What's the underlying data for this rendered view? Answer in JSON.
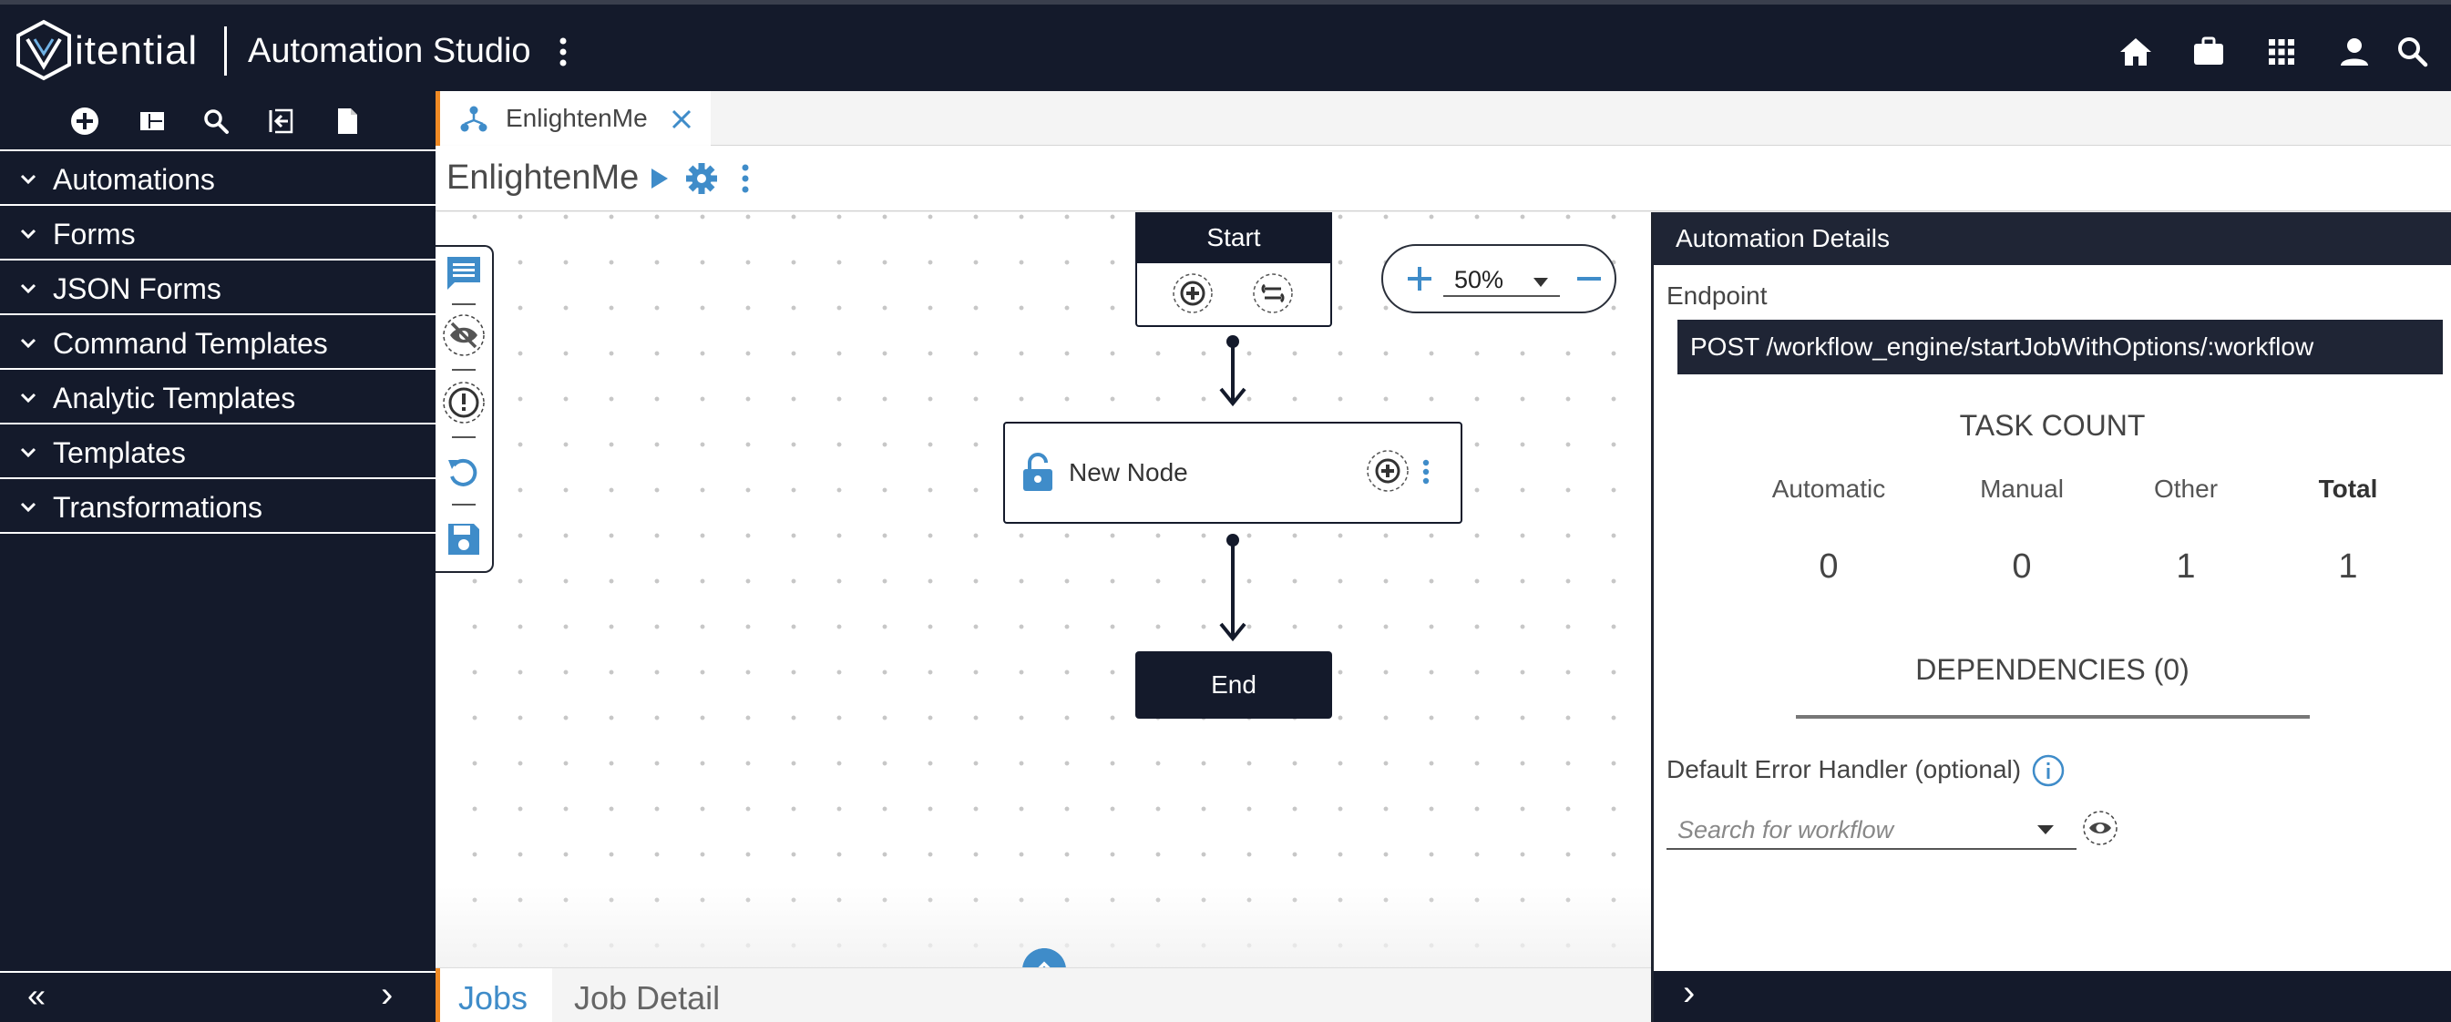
{
  "app": {
    "brand": "itential",
    "title": "Automation Studio",
    "top_icons": [
      "home-icon",
      "briefcase-icon",
      "apps-grid-icon",
      "account-icon",
      "search-icon"
    ]
  },
  "sidebar": {
    "toolbar_icons": [
      "add-circle-icon",
      "dashboard-icon",
      "search-icon",
      "collapse-left-icon",
      "document-icon"
    ],
    "items": [
      {
        "label": "Automations"
      },
      {
        "label": "Forms"
      },
      {
        "label": "JSON Forms"
      },
      {
        "label": "Command Templates"
      },
      {
        "label": "Analytic Templates"
      },
      {
        "label": "Templates"
      },
      {
        "label": "Transformations"
      }
    ],
    "footer": {
      "left": "«",
      "right": "›"
    }
  },
  "tabs": [
    {
      "label": "EnlightenMe",
      "active": true
    }
  ],
  "workflow": {
    "title": "EnlightenMe",
    "zoom": "50%",
    "nodes": {
      "start": "Start",
      "task": "New Node",
      "end": "End"
    }
  },
  "bottom_tabs": [
    {
      "label": "Jobs",
      "active": true
    },
    {
      "label": "Job Detail",
      "active": false
    }
  ],
  "details": {
    "title": "Automation Details",
    "endpoint_label": "Endpoint",
    "endpoint_value": "POST /workflow_engine/startJobWithOptions/:workflow",
    "task_count_title": "TASK COUNT",
    "task_counts": [
      {
        "label": "Automatic",
        "value": "0"
      },
      {
        "label": "Manual",
        "value": "0"
      },
      {
        "label": "Other",
        "value": "1"
      },
      {
        "label": "Total",
        "value": "1"
      }
    ],
    "dependencies_title": "DEPENDENCIES (0)",
    "error_handler_label": "Default Error Handler (optional)",
    "search_placeholder": "Search for workflow",
    "footer_arrow": "›"
  },
  "colors": {
    "navy": "#141a2b",
    "accent_blue": "#3f8cc9",
    "tab_orange": "#f08a24"
  }
}
